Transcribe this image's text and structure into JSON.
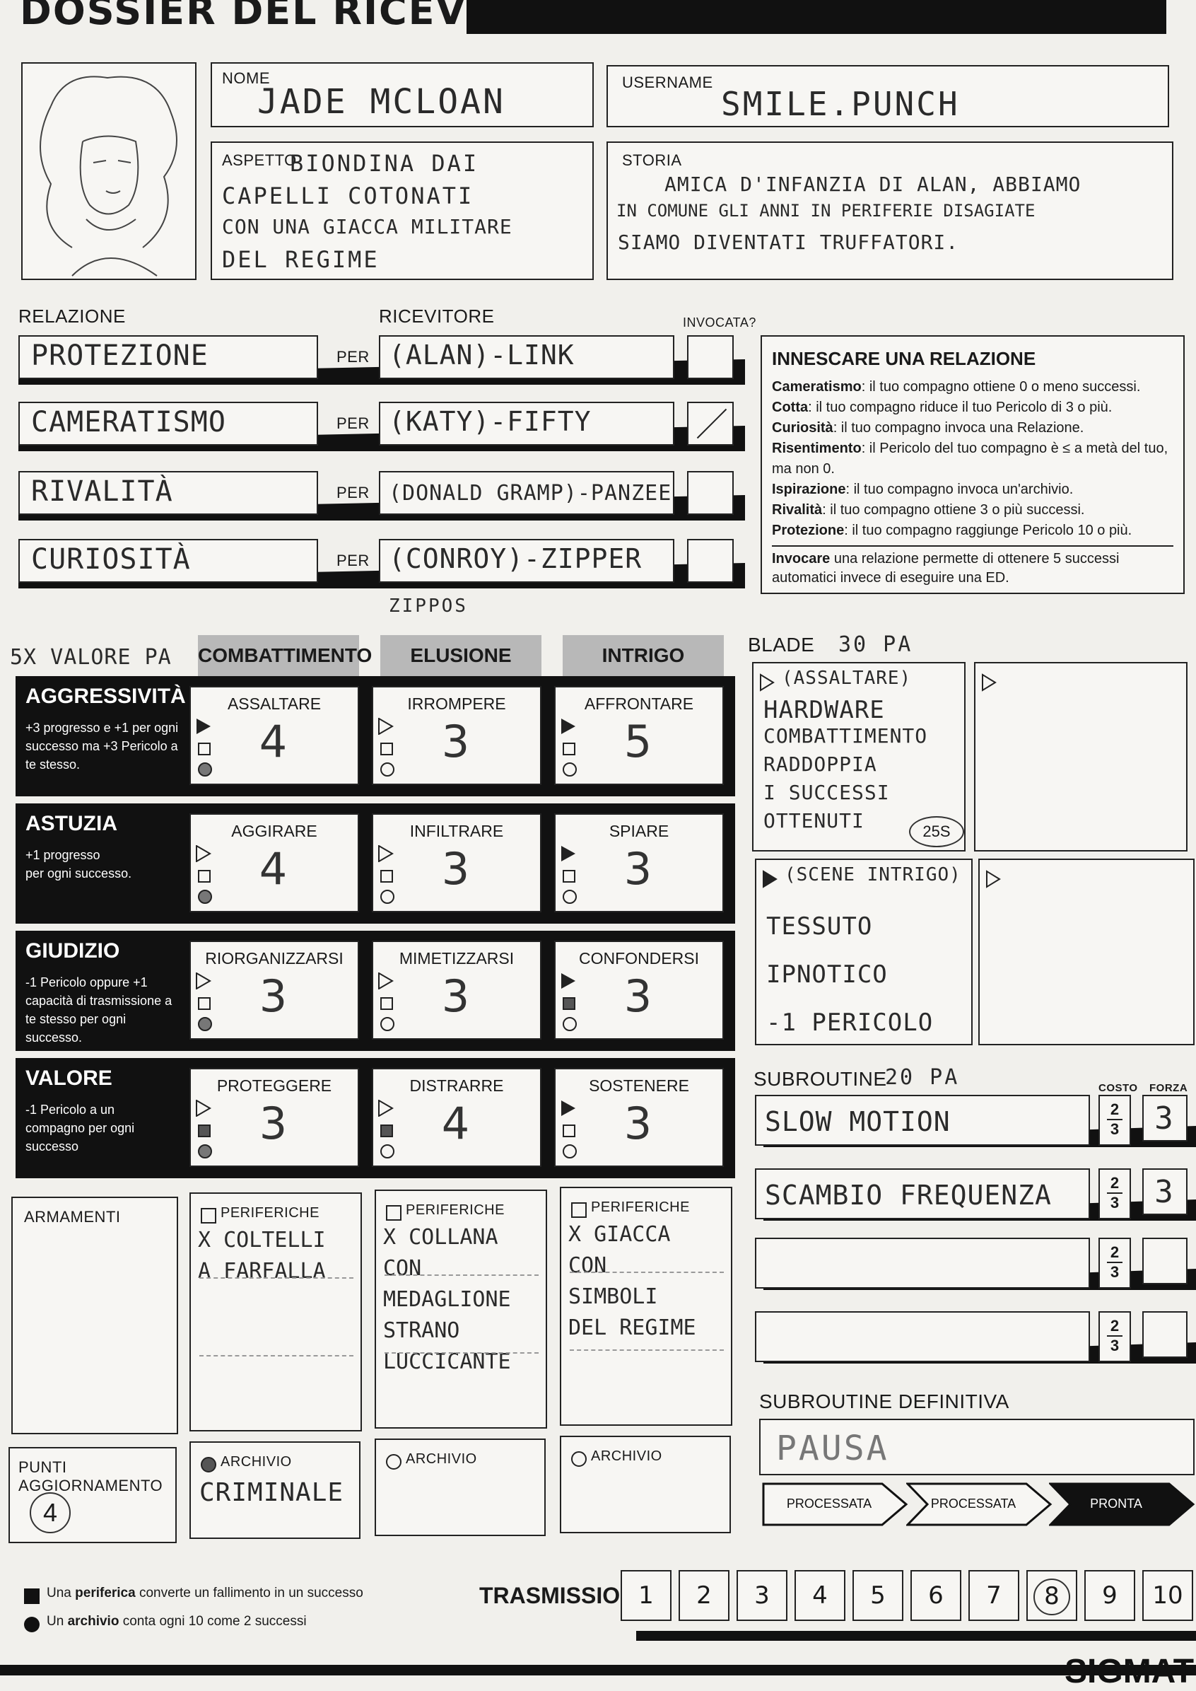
{
  "title": "DOSSIER DEL RICEVITORE",
  "header": {
    "nome_label": "NOME",
    "nome_value": "JADE MCLOAN",
    "username_label": "USERNAME",
    "username_value": "SMILE.PUNCH",
    "aspetto_label": "ASPETTO",
    "aspetto_lines": [
      "BIONDINA DAI",
      "CAPELLI COTONATI",
      "CON UNA GIACCA MILITARE",
      "DEL REGIME"
    ],
    "storia_label": "STORIA",
    "storia_lines": [
      "AMICA D'INFANZIA DI ALAN, ABBIAMO",
      "IN COMUNE GLI ANNI IN PERIFERIE DISAGIATE",
      "SIAMO DIVENTATI TRUFFATORI."
    ]
  },
  "relations": {
    "relazione_label": "RELAZIONE",
    "ricevitore_label": "RICEVITORE",
    "invocata_label": "INVOCATA?",
    "per_label": "PER",
    "rows": [
      {
        "relazione": "PROTEZIONE",
        "ricevitore": "(ALAN)-LINK"
      },
      {
        "relazione": "CAMERATISMO",
        "ricevitore": "(KATY)-FIFTY"
      },
      {
        "relazione": "RIVALITÀ",
        "ricevitore": "(DONALD GRAMP)-PANZEE"
      },
      {
        "relazione": "CURIOSITÀ",
        "ricevitore": "(CONROY)-ZIPPER"
      }
    ],
    "extra_note": "ZIPPOS"
  },
  "trigger": {
    "title": "INNESCARE UNA RELAZIONE",
    "lines": [
      {
        "term": "Cameratismo",
        "text": ": il tuo compagno ottiene 0 o meno successi."
      },
      {
        "term": "Cotta",
        "text": ": il tuo compagno riduce il tuo Pericolo di 3 o più."
      },
      {
        "term": "Curiosità",
        "text": ": il tuo compagno invoca una Relazione."
      },
      {
        "term": "Risentimento",
        "text": ": il Pericolo del tuo compagno è ≤ a metà del tuo,"
      },
      {
        "term": "",
        "text": "ma non 0."
      },
      {
        "term": "Ispirazione",
        "text": ": il tuo compagno invoca un'archivio."
      },
      {
        "term": "Rivalità",
        "text": ": il tuo compagno ottiene 3 o più successi."
      },
      {
        "term": "Protezione",
        "text": ": il tuo compagno raggiunge Pericolo 10 o più."
      }
    ],
    "footer_term": "Invocare",
    "footer_text": " una relazione permette di ottenere 5 successi automatici invece di eseguire una ED."
  },
  "stats": {
    "note": "5X VALORE PA",
    "columns": [
      "COMBATTIMENTO",
      "ELUSIONE",
      "INTRIGO"
    ],
    "attributes": [
      {
        "name": "AGGRESSIVITÀ",
        "desc": [
          "+3 progresso e +1 per ogni",
          "successo ma +3 Pericolo a",
          "te stesso."
        ],
        "skills": [
          {
            "name": "ASSALTARE",
            "value": "4",
            "marks": [
              true,
              false,
              true
            ]
          },
          {
            "name": "IRROMPERE",
            "value": "3",
            "marks": [
              false,
              false,
              false
            ]
          },
          {
            "name": "AFFRONTARE",
            "value": "5",
            "marks": [
              true,
              false,
              false
            ]
          }
        ]
      },
      {
        "name": "ASTUZIA",
        "desc": [
          "+1 progresso",
          "per ogni successo."
        ],
        "skills": [
          {
            "name": "AGGIRARE",
            "value": "4",
            "marks": [
              false,
              false,
              true
            ]
          },
          {
            "name": "INFILTRARE",
            "value": "3",
            "marks": [
              false,
              false,
              false
            ]
          },
          {
            "name": "SPIARE",
            "value": "3",
            "marks": [
              true,
              false,
              false
            ]
          }
        ]
      },
      {
        "name": "GIUDIZIO",
        "desc": [
          "-1 Pericolo oppure +1",
          "capacità di trasmissione a",
          "te stesso per ogni successo."
        ],
        "skills": [
          {
            "name": "RIORGANIZZARSI",
            "value": "3",
            "marks": [
              false,
              false,
              true
            ]
          },
          {
            "name": "MIMETIZZARSI",
            "value": "3",
            "marks": [
              false,
              false,
              false
            ]
          },
          {
            "name": "CONFONDERSI",
            "value": "3",
            "marks": [
              true,
              true,
              false
            ]
          }
        ]
      },
      {
        "name": "VALORE",
        "desc": [
          "-1 Pericolo a un",
          "compagno per ogni",
          "successo"
        ],
        "skills": [
          {
            "name": "PROTEGGERE",
            "value": "3",
            "marks": [
              false,
              true,
              true
            ]
          },
          {
            "name": "DISTRARRE",
            "value": "4",
            "marks": [
              false,
              true,
              false
            ]
          },
          {
            "name": "SOSTENERE",
            "value": "3",
            "marks": [
              true,
              false,
              false
            ]
          }
        ]
      }
    ]
  },
  "blade": {
    "label": "BLADE",
    "pa": "30 PA",
    "cells": [
      {
        "lines": [
          "(ASSALTARE)",
          "HARDWARE",
          "COMBATTIMENTO",
          "RADDOPPIA",
          "I SUCCESSI",
          "OTTENUTI"
        ],
        "badge": "25S"
      },
      {
        "lines": []
      },
      {
        "lines": [
          "(SCENE INTRIGO)",
          "TESSUTO",
          "IPNOTICO",
          "-1 PERICOLO"
        ]
      },
      {
        "lines": []
      }
    ]
  },
  "subroutine": {
    "label": "SUBROUTINE",
    "pa": "20 PA",
    "costo_label": "COSTO",
    "forza_label": "FORZA",
    "rows": [
      {
        "name": "SLOW MOTION",
        "cost_top": "2",
        "cost_bottom": "3",
        "forza": "3"
      },
      {
        "name": "SCAMBIO FREQUENZA",
        "cost_top": "2",
        "cost_bottom": "3",
        "forza": "3"
      },
      {
        "name": "",
        "cost_top": "2",
        "cost_bottom": "3",
        "forza": ""
      },
      {
        "name": "",
        "cost_top": "2",
        "cost_bottom": "3",
        "forza": ""
      }
    ],
    "definitiva_label": "SUBROUTINE DEFINITIVA",
    "definitiva_value": "PAUSA",
    "arrows": [
      "PROCESSATA",
      "PROCESSATA",
      "PRONTA"
    ]
  },
  "equipment": {
    "armamenti_label": "ARMAMENTI",
    "periferiche_label": "PERIFERICHE",
    "periferiche": [
      {
        "lines": [
          "X COLTELLI",
          "A FARFALLA"
        ]
      },
      {
        "lines": [
          "X COLLANA",
          "CON",
          "MEDAGLIONE",
          "STRANO",
          "LUCCICANTE"
        ]
      },
      {
        "lines": [
          "X GIACCA",
          "CON",
          "SIMBOLI",
          "DEL REGIME"
        ]
      }
    ],
    "punti_label": "PUNTI AGGIORNAMENTO",
    "punti_value": "4",
    "archivio_label": "ARCHIVIO",
    "archivi": [
      {
        "value": "CRIMINALE",
        "filled": true
      },
      {
        "value": "",
        "filled": false
      },
      {
        "value": "",
        "filled": false
      }
    ]
  },
  "footer": {
    "legend1_a": "Una ",
    "legend1_b": "periferica",
    "legend1_c": " converte un fallimento in un successo",
    "legend2_a": "Un ",
    "legend2_b": "archivio",
    "legend2_c": " conta ogni 10 come 2 successi",
    "trasmissione_label": "TRASMISSIONE",
    "trasmissione": [
      "1",
      "2",
      "3",
      "4",
      "5",
      "6",
      "7",
      "8",
      "9",
      "10"
    ],
    "trasmissione_circled": "8",
    "brand": "SIGMAT"
  }
}
